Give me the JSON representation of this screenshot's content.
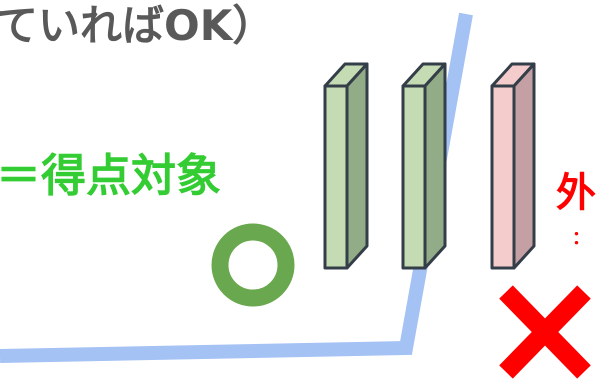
{
  "texts": {
    "top_partial": "ていればOK）",
    "scoring_label": "＝得点対象",
    "outside_partial": "外",
    "outside_sub_partial": "："
  },
  "symbols": {
    "ok": "circle-ok-icon",
    "ng": "cross-ng-icon"
  },
  "colors": {
    "top_text": "#595959",
    "scoring_text": "#33cc33",
    "outside_text": "#ff0000",
    "line": "#a4c2f4",
    "circle": "#6aa84f",
    "cross": "#ff0000",
    "green_panel_front": "#93ac88",
    "green_panel_side": "#c4dbb4",
    "pink_panel_front": "#c4a0a4",
    "pink_panel_side": "#f4cccc",
    "panel_outline": "#333e48"
  }
}
